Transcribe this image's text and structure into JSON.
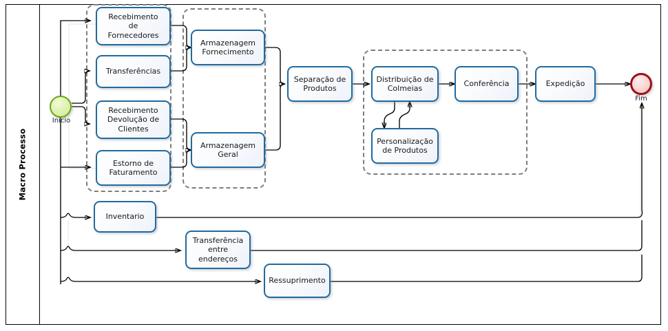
{
  "diagram": {
    "type": "bpmn-process-flow",
    "lane_label": "Macro Processo",
    "accent_box_border": "#1f6a9e",
    "group_border": "#7d7d7d",
    "start_event_color": "#6aa617",
    "end_event_color": "#9e0f16"
  },
  "events": {
    "start": {
      "label": "Inicio",
      "name": "start-event"
    },
    "end": {
      "label": "Fim",
      "name": "end-event"
    }
  },
  "groups": [
    {
      "id": "g1",
      "name": "group-recebimento"
    },
    {
      "id": "g2",
      "name": "group-armazenagem"
    },
    {
      "id": "g3",
      "name": "group-distribuicao"
    }
  ],
  "tasks": [
    {
      "id": "t1",
      "label": "Recebimento\nde\nFornecedores"
    },
    {
      "id": "t2",
      "label": "Transferências"
    },
    {
      "id": "t3",
      "label": "Recebimento\nDevolução de\nClientes"
    },
    {
      "id": "t4",
      "label": "Estorno de\nFaturamento"
    },
    {
      "id": "t5",
      "label": "Armazenagem\nFornecimento"
    },
    {
      "id": "t6",
      "label": "Armazenagem\nGeral"
    },
    {
      "id": "t7",
      "label": "Separação de\nProdutos"
    },
    {
      "id": "t8",
      "label": "Distribuição  de\nColmeias"
    },
    {
      "id": "t9",
      "label": "Personalização\nde Produtos"
    },
    {
      "id": "t10",
      "label": "Conferência"
    },
    {
      "id": "t11",
      "label": "Expedição"
    },
    {
      "id": "t12",
      "label": "Inventario"
    },
    {
      "id": "t13",
      "label": "Transferência\nentre\nendereços"
    },
    {
      "id": "t14",
      "label": "Ressuprimento"
    }
  ]
}
